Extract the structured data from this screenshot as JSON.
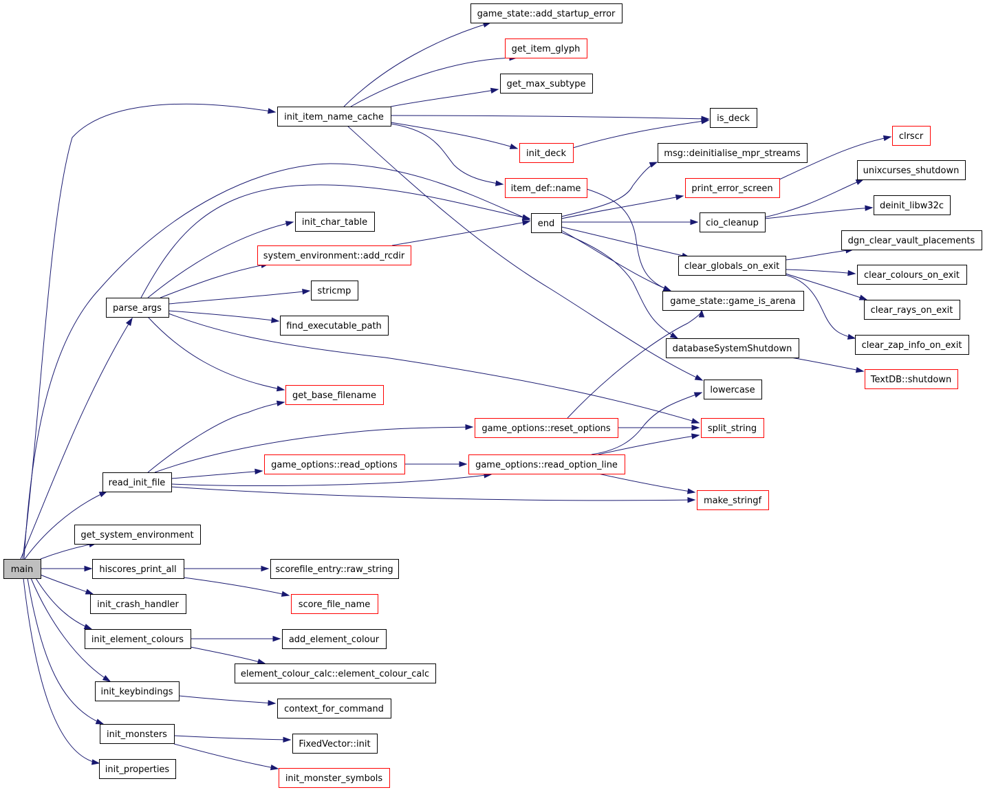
{
  "colors": {
    "edge": "#191970",
    "node_border_black": "#000000",
    "node_border_red": "#ff0000",
    "root_fill": "#bfbfbf",
    "node_fill": "#ffffff"
  },
  "nodes": [
    {
      "id": "main",
      "label": "main",
      "border": "black",
      "root": true
    },
    {
      "id": "init_item_name_cache",
      "label": "init_item_name_cache",
      "border": "black"
    },
    {
      "id": "add_startup_error",
      "label": "game_state::add_startup_error",
      "border": "black"
    },
    {
      "id": "get_item_glyph",
      "label": "get_item_glyph",
      "border": "red"
    },
    {
      "id": "get_max_subtype",
      "label": "get_max_subtype",
      "border": "black"
    },
    {
      "id": "is_deck",
      "label": "is_deck",
      "border": "black"
    },
    {
      "id": "init_deck",
      "label": "init_deck",
      "border": "red"
    },
    {
      "id": "item_def_name",
      "label": "item_def::name",
      "border": "red"
    },
    {
      "id": "clrscr",
      "label": "clrscr",
      "border": "red"
    },
    {
      "id": "msg_deinit",
      "label": "msg::deinitialise_mpr_streams",
      "border": "black"
    },
    {
      "id": "print_error_screen",
      "label": "print_error_screen",
      "border": "red"
    },
    {
      "id": "unixcurses_shutdown",
      "label": "unixcurses_shutdown",
      "border": "black"
    },
    {
      "id": "deinit_libw32c",
      "label": "deinit_libw32c",
      "border": "black"
    },
    {
      "id": "cio_cleanup",
      "label": "cio_cleanup",
      "border": "black"
    },
    {
      "id": "end",
      "label": "end",
      "border": "black"
    },
    {
      "id": "init_char_table",
      "label": "init_char_table",
      "border": "black"
    },
    {
      "id": "add_rcdir",
      "label": "system_environment::add_rcdir",
      "border": "red"
    },
    {
      "id": "stricmp",
      "label": "stricmp",
      "border": "black"
    },
    {
      "id": "parse_args",
      "label": "parse_args",
      "border": "black"
    },
    {
      "id": "find_executable_path",
      "label": "find_executable_path",
      "border": "black"
    },
    {
      "id": "dgn_clear_vault_placements",
      "label": "dgn_clear_vault_placements",
      "border": "black"
    },
    {
      "id": "clear_globals_on_exit",
      "label": "clear_globals_on_exit",
      "border": "black"
    },
    {
      "id": "clear_colours_on_exit",
      "label": "clear_colours_on_exit",
      "border": "black"
    },
    {
      "id": "game_is_arena",
      "label": "game_state::game_is_arena",
      "border": "black"
    },
    {
      "id": "clear_rays_on_exit",
      "label": "clear_rays_on_exit",
      "border": "black"
    },
    {
      "id": "clear_zap_info_on_exit",
      "label": "clear_zap_info_on_exit",
      "border": "black"
    },
    {
      "id": "databaseSystemShutdown",
      "label": "databaseSystemShutdown",
      "border": "black"
    },
    {
      "id": "textdb_shutdown",
      "label": "TextDB::shutdown",
      "border": "red"
    },
    {
      "id": "lowercase",
      "label": "lowercase",
      "border": "black"
    },
    {
      "id": "get_base_filename",
      "label": "get_base_filename",
      "border": "red"
    },
    {
      "id": "reset_options",
      "label": "game_options::reset_options",
      "border": "red"
    },
    {
      "id": "split_string",
      "label": "split_string",
      "border": "red"
    },
    {
      "id": "read_options",
      "label": "game_options::read_options",
      "border": "red"
    },
    {
      "id": "read_option_line",
      "label": "game_options::read_option_line",
      "border": "red"
    },
    {
      "id": "read_init_file",
      "label": "read_init_file",
      "border": "black"
    },
    {
      "id": "make_stringf",
      "label": "make_stringf",
      "border": "red"
    },
    {
      "id": "get_system_environment",
      "label": "get_system_environment",
      "border": "black"
    },
    {
      "id": "hiscores_print_all",
      "label": "hiscores_print_all",
      "border": "black"
    },
    {
      "id": "raw_string",
      "label": "scorefile_entry::raw_string",
      "border": "black"
    },
    {
      "id": "init_crash_handler",
      "label": "init_crash_handler",
      "border": "black"
    },
    {
      "id": "score_file_name",
      "label": "score_file_name",
      "border": "red"
    },
    {
      "id": "init_element_colours",
      "label": "init_element_colours",
      "border": "black"
    },
    {
      "id": "add_element_colour",
      "label": "add_element_colour",
      "border": "black"
    },
    {
      "id": "element_colour_calc",
      "label": "element_colour_calc::element_colour_calc",
      "border": "black"
    },
    {
      "id": "init_keybindings",
      "label": "init_keybindings",
      "border": "black"
    },
    {
      "id": "context_for_command",
      "label": "context_for_command",
      "border": "black"
    },
    {
      "id": "init_monsters",
      "label": "init_monsters",
      "border": "black"
    },
    {
      "id": "fixedvector_init",
      "label": "FixedVector::init",
      "border": "black"
    },
    {
      "id": "init_properties",
      "label": "init_properties",
      "border": "black"
    },
    {
      "id": "init_monster_symbols",
      "label": "init_monster_symbols",
      "border": "red"
    }
  ]
}
